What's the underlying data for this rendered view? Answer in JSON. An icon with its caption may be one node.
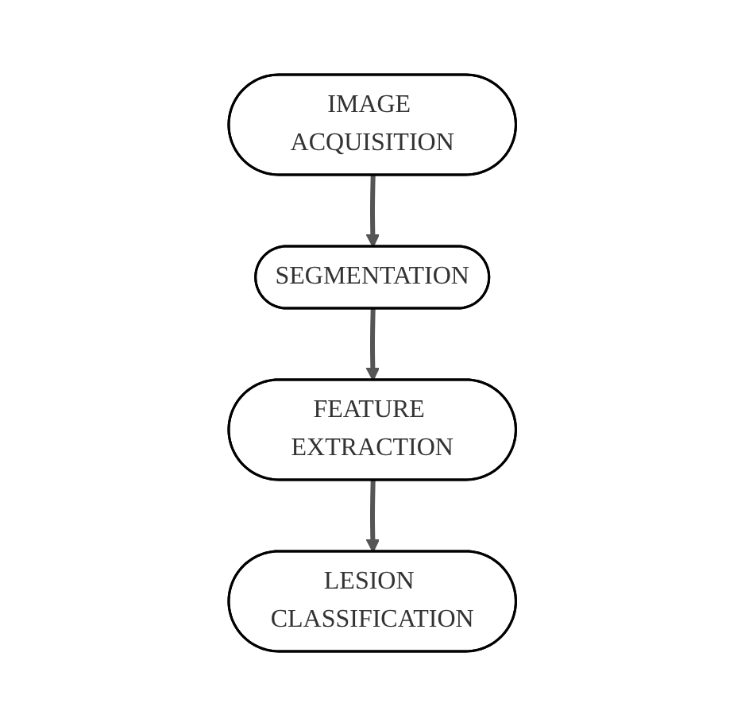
{
  "diagram": {
    "nodes": [
      {
        "text": [
          "IMAGE ACQUISITION"
        ]
      },
      {
        "text": [
          "SEGMENTATION"
        ]
      },
      {
        "text": [
          "FEATURE EXTRACTION"
        ]
      },
      {
        "text": [
          "LESION CLASSIFICATION"
        ]
      }
    ],
    "edges": [
      {
        "from": 0,
        "to": 1,
        "arrow": "to"
      },
      {
        "from": 1,
        "to": 2,
        "arrow": "to"
      },
      {
        "from": 2,
        "to": 3,
        "arrow": "to"
      }
    ]
  }
}
